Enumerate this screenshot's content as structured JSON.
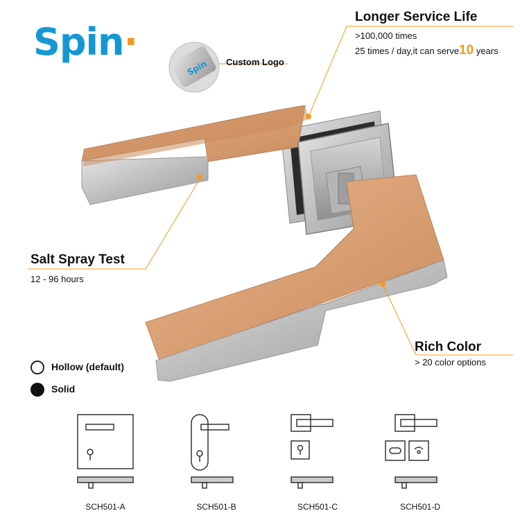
{
  "brand": {
    "logo_text": "Spin",
    "accent": "#f39a1e",
    "brand_blue": "#1597d6"
  },
  "features": {
    "service_life": {
      "title": "Longer Service Life",
      "line1": ">100,000 times",
      "line2_prefix": "25 times / day,it can serve",
      "line2_number": "10",
      "line2_suffix": "years"
    },
    "custom_logo": {
      "label": "Custom Logo"
    },
    "salt_spray": {
      "title": "Salt Spray Test",
      "detail": "12 - 96 hours"
    },
    "rich_color": {
      "title": "Rich Color",
      "detail": "> 20 color options"
    }
  },
  "options": [
    {
      "label": "Hollow (default)",
      "style": "outline"
    },
    {
      "label": "Solid",
      "style": "filled"
    }
  ],
  "models": [
    "SCH501-A",
    "SCH501-B",
    "SCH501-C",
    "SCH501-D"
  ]
}
